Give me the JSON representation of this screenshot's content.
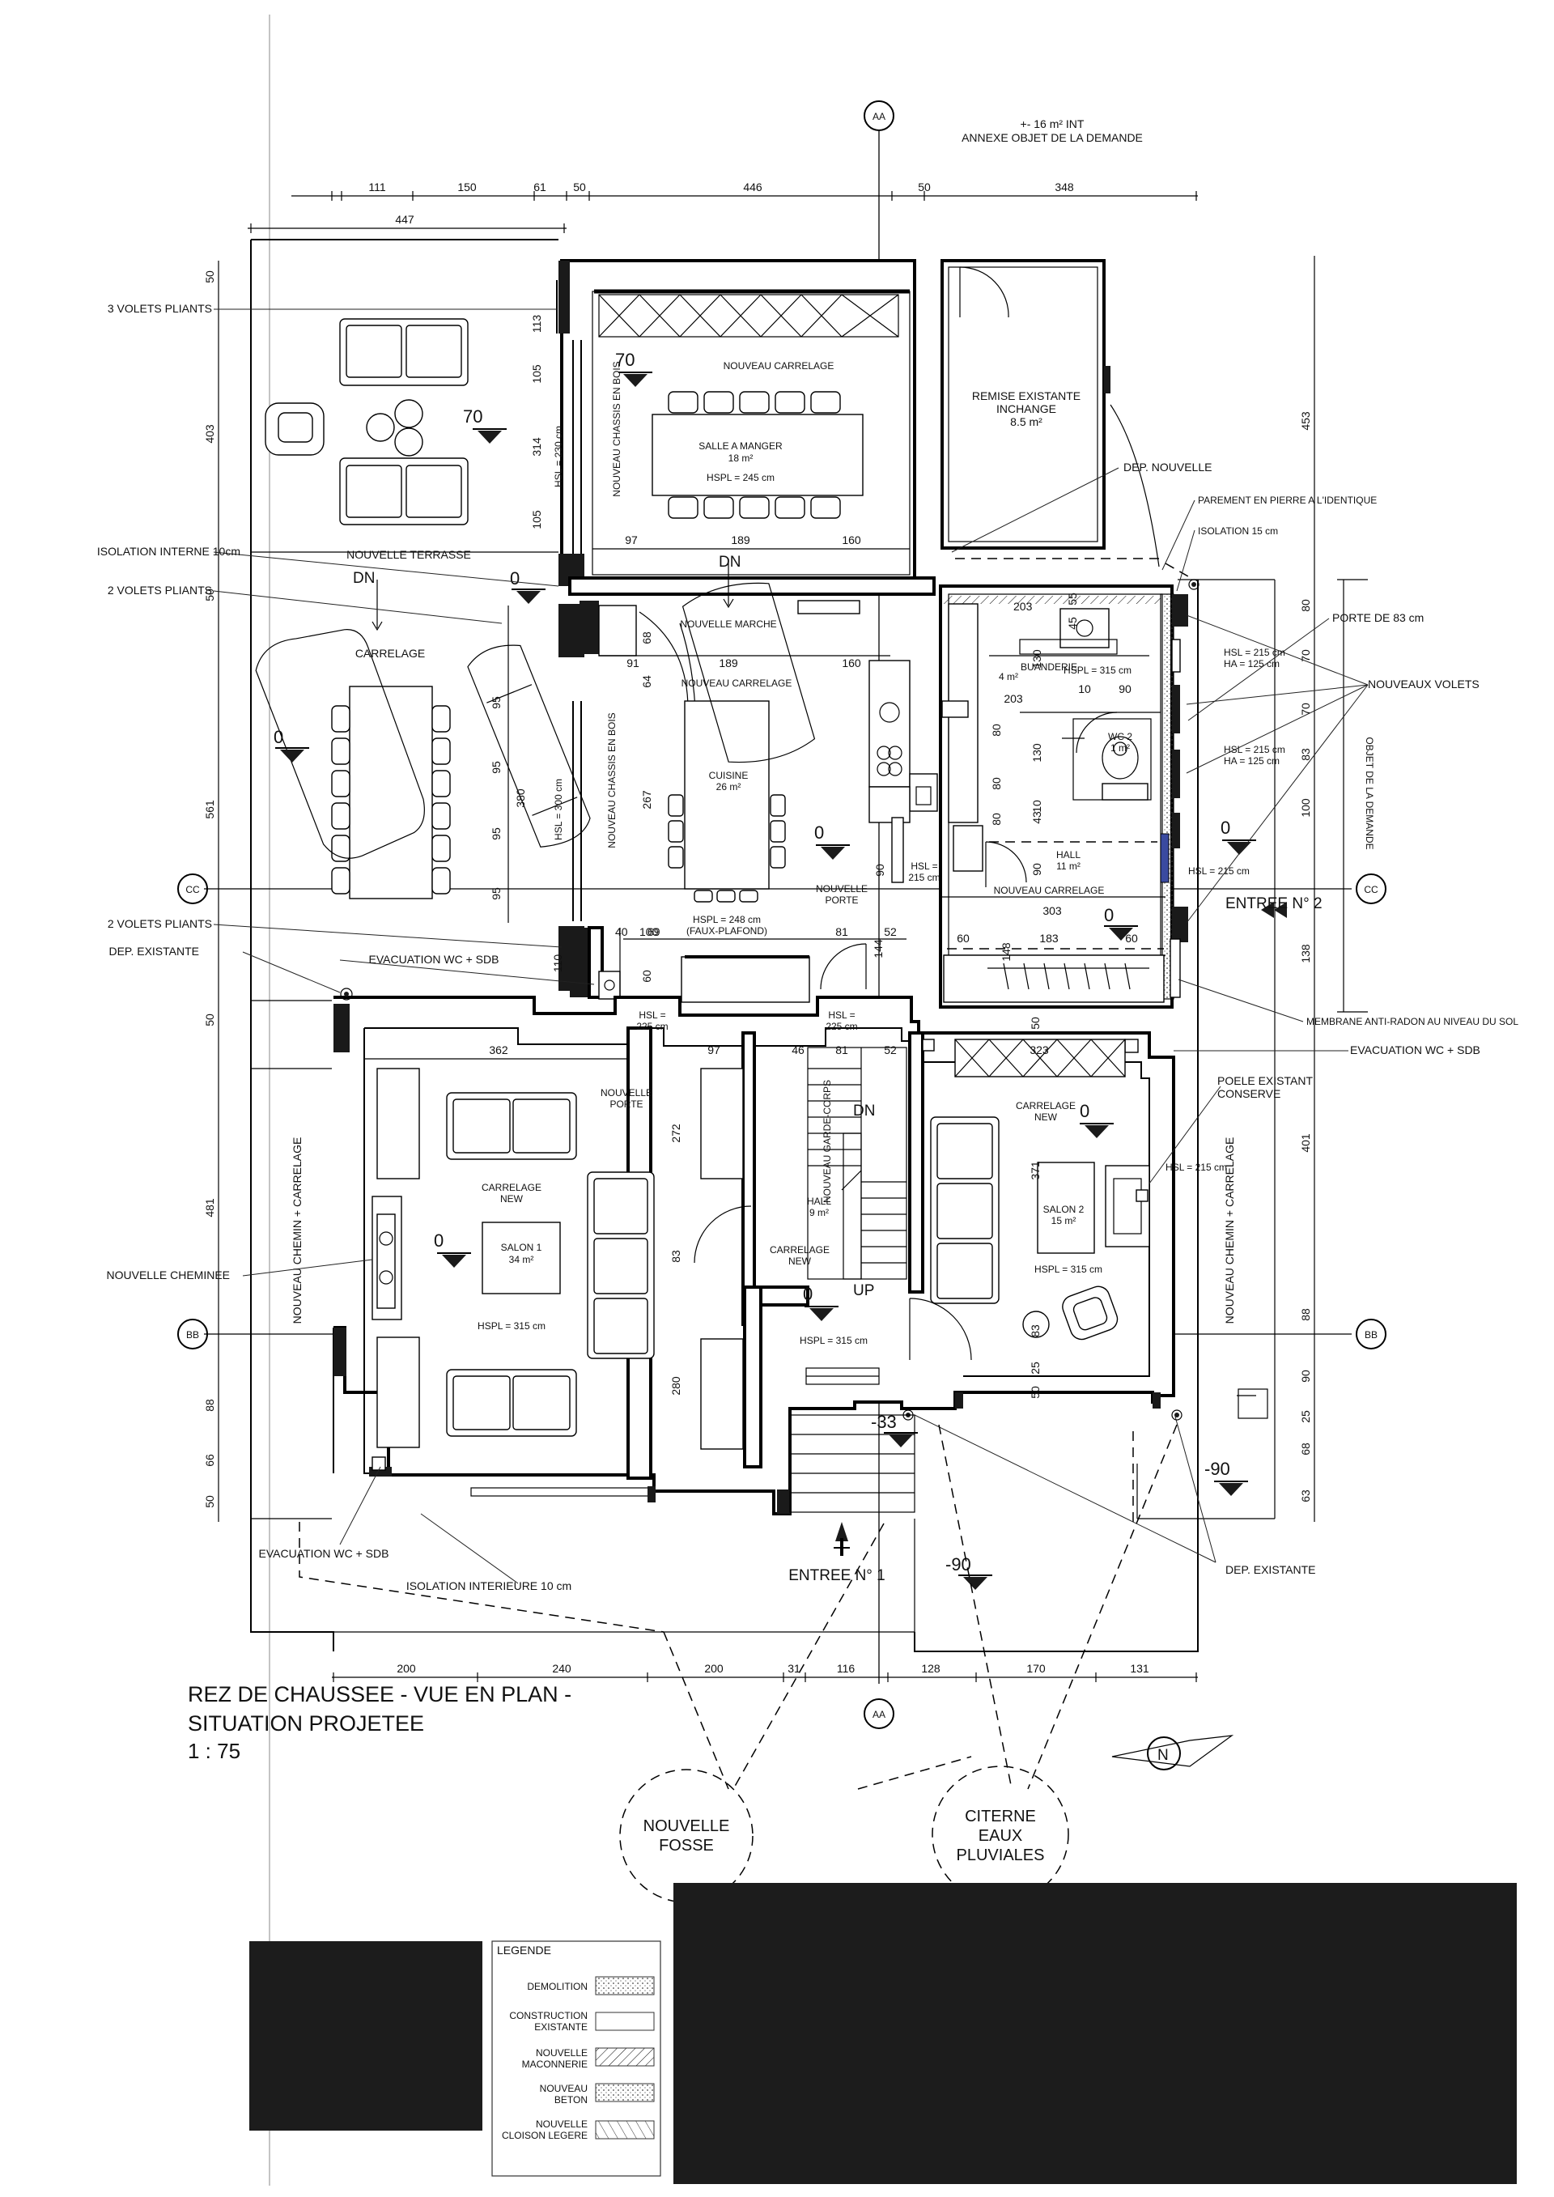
{
  "top_note": {
    "line1": "+- 16 m² INT",
    "line2": "ANNEXE OBJET DE LA DEMANDE"
  },
  "grid_markers": {
    "aa": "AA",
    "bb": "BB",
    "cc": "CC"
  },
  "dims": {
    "top_row": [
      "111",
      "150",
      "61",
      "50",
      "446",
      "50",
      "348"
    ],
    "top_total": "447",
    "bottom_row": [
      "200",
      "240",
      "200",
      "31",
      "116",
      "128",
      "170",
      "131"
    ],
    "left_col": [
      "50",
      "403",
      "50",
      "561",
      "50",
      "481",
      "88",
      "66",
      "50"
    ],
    "right_col": [
      "453",
      "80",
      "70",
      "70",
      "83",
      "100",
      "138",
      "401",
      "88",
      "90",
      "25",
      "68",
      "63"
    ],
    "interior": {
      "d113": "113",
      "d105a": "105",
      "d314": "314",
      "d105b": "105",
      "d97": "97",
      "d189": "189",
      "d160": "160",
      "d91": "91",
      "d189b": "189",
      "d160b": "160",
      "d68": "68",
      "d64": "64",
      "d95a": "95",
      "d95b": "95",
      "d95c": "95",
      "d380": "380",
      "d267": "267",
      "d40": "40",
      "d100": "100",
      "d69": "69",
      "d81": "81",
      "d52": "52",
      "d144": "144",
      "d110": "110",
      "d60": "60",
      "d90": "90",
      "d362": "362",
      "d97b": "97",
      "d46": "46",
      "d81b": "81",
      "d52b": "52",
      "d272": "272",
      "d83": "83",
      "d280": "280",
      "d323": "323",
      "d371": "371",
      "d50": "50",
      "d25": "25",
      "d83b": "83",
      "d50b": "50",
      "d203": "203",
      "d10": "10",
      "d90b": "90",
      "d80a": "80",
      "d80b": "80",
      "d80c": "80",
      "d130a": "130",
      "d130b": "130",
      "d43": "43",
      "d90c": "90",
      "d303": "303",
      "d60b": "60",
      "d183": "183",
      "d60c": "60",
      "d148": "148",
      "d45": "45",
      "d55": "55"
    }
  },
  "levels": {
    "terrasse": "70",
    "salle": "70",
    "hall_top": "0",
    "carrelage_ext": "0",
    "cuisine": "0",
    "hall_right": "0",
    "entree2": "0",
    "salon1": "0",
    "salon2": "0",
    "hall": "0",
    "entry_step": "-33",
    "ext_right": "-90",
    "ext_bottom": "-90"
  },
  "rooms": {
    "nouveau_carrelage_top": "NOUVEAU CARRELAGE",
    "salle": {
      "name": "SALLE A MANGER",
      "area": "18 m²",
      "hspl": "HSPL = 245 cm"
    },
    "remise": {
      "l1": "REMISE EXISTANTE",
      "l2": "INCHANGE",
      "area": "8.5 m²"
    },
    "terrasse": "NOUVELLE TERRASSE",
    "carrelage_ext": "CARRELAGE",
    "marche": "NOUVELLE MARCHE",
    "carrelage_cuisine": "NOUVEAU CARRELAGE",
    "cuisine": {
      "name": "CUISINE",
      "area": "26 m²",
      "hspl1": "HSPL = 248 cm",
      "hspl2": "(FAUX-PLAFOND)"
    },
    "buanderie": {
      "name": "BUANDERIE",
      "area": "4 m²",
      "hspl": "HSPL = 315 cm"
    },
    "wc2": {
      "name": "WC 2",
      "area": "1 m²"
    },
    "hall_right": {
      "name": "HALL",
      "area": "11 m²"
    },
    "nouveau_carrelage_hall": "NOUVEAU CARRELAGE",
    "salon1": {
      "l1": "CARRELAGE",
      "l2": "NEW",
      "name": "SALON 1",
      "area": "34 m²",
      "hspl": "HSPL = 315 cm"
    },
    "salon2": {
      "l1": "CARRELAGE",
      "l2": "NEW",
      "name": "SALON 2",
      "area": "15 m²",
      "hspl": "HSPL = 315 cm"
    },
    "hall": {
      "name": "HALL",
      "area": "9 m²",
      "c1": "CARRELAGE",
      "c2": "NEW",
      "hspl": "HSPL = 315 cm"
    },
    "chassis1": "NOUVEAU CHASSIS EN BOIS",
    "chassis2": "NOUVEAU CHASSIS EN BOIS",
    "hsl230": "HSL = 230 cm",
    "hsl300": "HSL = 300 cm",
    "chemin_left": "NOUVEAU CHEMIN + CARRELAGE",
    "chemin_right": "NOUVEAU CHEMIN + CARRELAGE",
    "objet": "OBJET DE LA DEMANDE",
    "garde_corps": "NOUVEAU GARDE-CORPS",
    "porte1": {
      "l1": "NOUVELLE",
      "l2": "PORTE"
    },
    "porte2": {
      "l1": "NOUVELLE",
      "l2": "PORTE"
    },
    "hsl215a": {
      "l1": "HSL =",
      "l2": "215 cm"
    },
    "hsl225a": {
      "l1": "HSL =",
      "l2": "225 cm"
    },
    "hsl225b": {
      "l1": "HSL =",
      "l2": "225 cm"
    },
    "hsl215_w1": {
      "l1": "HSL = 215 cm",
      "l2": "HA = 125 cm"
    },
    "hsl215_w2": {
      "l1": "HSL = 215 cm",
      "l2": "HA = 125 cm"
    },
    "hsl215_w3": "HSL = 215 cm",
    "dn1": "DN",
    "dn2": "DN",
    "dn3": "DN",
    "up": "UP"
  },
  "annotations": {
    "volets3": "3 VOLETS PLIANTS",
    "isolation_int": "ISOLATION INTERNE 10cm",
    "volets2a": "2 VOLETS PLIANTS",
    "volets2b": "2 VOLETS PLIANTS",
    "dep_existante_l": "DEP. EXISTANTE",
    "evac_top": "EVACUATION WC + SDB",
    "cheminee": "NOUVELLE CHEMINEE",
    "evac_bottom": "EVACUATION WC + SDB",
    "isol_int_bottom": "ISOLATION INTERIEURE 10 cm",
    "dep_nouvelle": "DEP. NOUVELLE",
    "parement": "PAREMENT EN PIERRE A L'IDENTIQUE",
    "isolation15": "ISOLATION 15 cm",
    "porte83": "PORTE DE 83 cm",
    "nouveaux_volets": "NOUVEAUX VOLETS",
    "membrane": "MEMBRANE ANTI-RADON AU NIVEAU DU SOL",
    "evac_right": "EVACUATION WC + SDB",
    "poele1": "POELE EXISTANT",
    "poele2": "CONSERVE",
    "dep_existante_r": "DEP. EXISTANTE"
  },
  "entrances": {
    "e1": "ENTREE N° 1",
    "e2": "ENTREE N° 2"
  },
  "title": {
    "l1": "REZ DE CHAUSSEE - VUE EN PLAN -",
    "l2": "SITUATION PROJETEE",
    "scale": "1 : 75"
  },
  "circles": {
    "fosse": {
      "l1": "NOUVELLE",
      "l2": "FOSSE"
    },
    "citerne": {
      "l1": "CITERNE",
      "l2": "EAUX",
      "l3": "PLUVIALES"
    }
  },
  "north": "N",
  "legend": {
    "title": "LEGENDE",
    "items": [
      {
        "l1": "DEMOLITION",
        "l2": ""
      },
      {
        "l1": "CONSTRUCTION",
        "l2": "EXISTANTE"
      },
      {
        "l1": "NOUVELLE",
        "l2": "MACONNERIE"
      },
      {
        "l1": "NOUVEAU",
        "l2": "BETON"
      },
      {
        "l1": "NOUVELLE",
        "l2": "CLOISON LEGERE"
      }
    ]
  }
}
